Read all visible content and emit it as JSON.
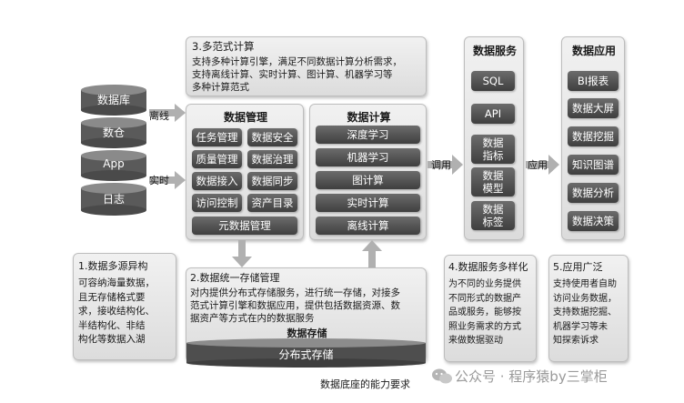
{
  "sources": [
    "数据库",
    "数仓",
    "App",
    "日志"
  ],
  "arrows": {
    "offline": "离线",
    "realtime": "实时",
    "invoke": "调用",
    "apply": "应用"
  },
  "compute_paradigm": {
    "title": "3.多范式计算",
    "text": "支持多种计算引擎，满足不同数据计算分析需求，\n支持离线计算、实时计算、图计算、机器学习等\n多种计算范式"
  },
  "data_management": {
    "title": "数据管理",
    "items": [
      "任务管理",
      "数据安全",
      "质量管理",
      "数据治理",
      "数据接入",
      "数据同步",
      "访问控制",
      "资产目录"
    ],
    "metadata": "元数据管理"
  },
  "data_compute": {
    "title": "数据计算",
    "items": [
      "深度学习",
      "机器学习",
      "图计算",
      "实时计算",
      "离线计算"
    ]
  },
  "data_service": {
    "title": "数据服务",
    "items": [
      "SQL",
      "API",
      "数据\n指标",
      "数据\n模型",
      "数据\n标签"
    ]
  },
  "data_application": {
    "title": "数据应用",
    "items": [
      "BI报表",
      "数据大屏",
      "数据挖掘",
      "知识图谱",
      "数据分析",
      "数据决策"
    ]
  },
  "multi_source": {
    "title": "1.数据多源异构",
    "text": "可容纳海量数据，\n且无存储格式要\n求，接收结构化、\n半结构化、非结\n构化等数据入湖"
  },
  "unified_storage": {
    "title": "2.数据统一存储管理",
    "text": "对内提供分布式存储服务，进行统一存储，对接多\n范式计算引擎和数据应用，提供包括数据资源、数\n据资产等方式在内的数据服务",
    "storage_label": "数据存储",
    "distributed": "分布式存储"
  },
  "service_diversity": {
    "title": "4.数据服务多样化",
    "text": "为不同的业务提供\n不同形式的数据产\n品或服务，能够按\n照业务需求的方式\n来做数据驱动"
  },
  "application_breadth": {
    "title": "5.应用广泛",
    "text": "支持使用者自助\n访问业务数据，\n支持数据挖掘、\n机器学习等未\n知探索诉求"
  },
  "caption": "数据底座的能力要求",
  "watermark": "公众号 · 程序猿by三掌柜"
}
